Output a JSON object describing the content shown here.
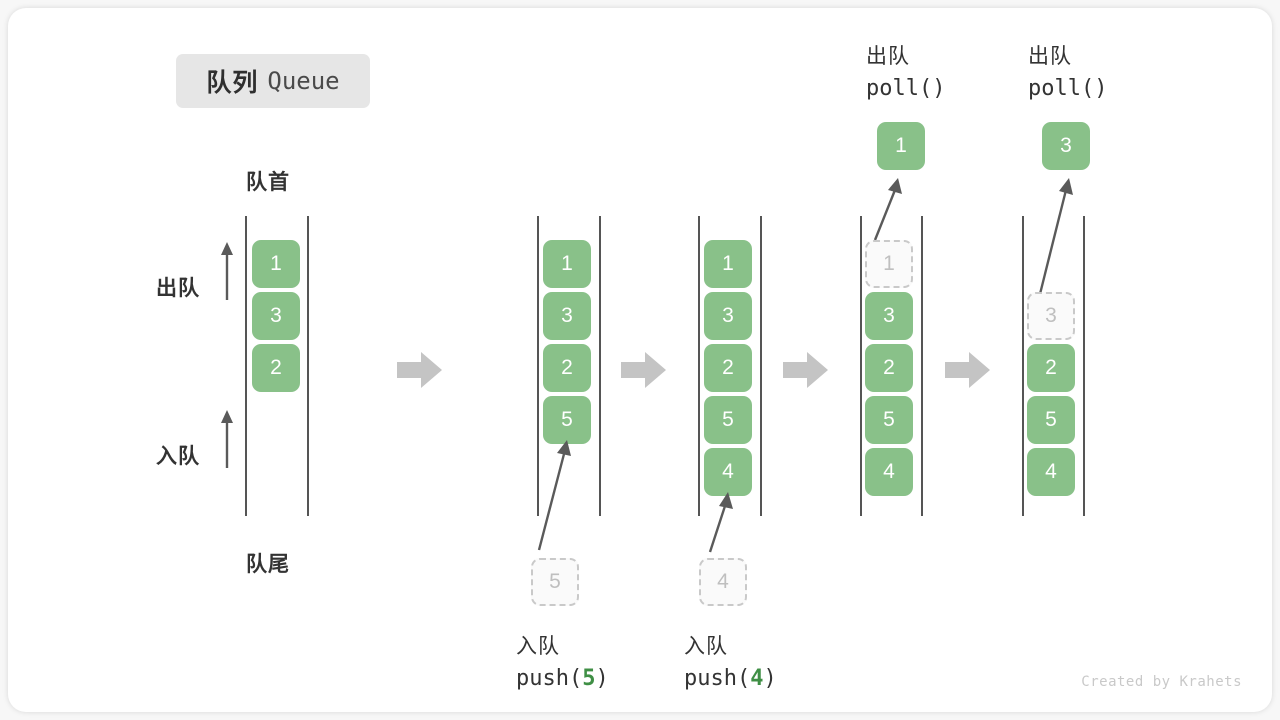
{
  "title": {
    "cn": "队列",
    "en": "Queue"
  },
  "labels": {
    "front": "队首",
    "tail": "队尾",
    "dequeue_side": "出队",
    "enqueue_side": "入队"
  },
  "colors": {
    "cell_fill": "#89c189",
    "cell_text": "#ffffff",
    "ghost_fill": "#fafafa",
    "ghost_border": "#c9c9c9",
    "ghost_text": "#bfbfbf",
    "rail": "#555555",
    "step_arrow": "#c4c4c4",
    "vector_arrow": "#5a5a5a",
    "badge_bg": "#e6e6e6",
    "code_arg": "#3f8f45",
    "text": "#333333"
  },
  "watermark": "Created by Krahets",
  "steps": [
    {
      "id": "initial",
      "caption_cn": "",
      "caption_code_prefix": "",
      "caption_code_arg": "",
      "caption_code_suffix": "",
      "cells": [
        {
          "value": "1",
          "state": "solid",
          "slot": 0
        },
        {
          "value": "3",
          "state": "solid",
          "slot": 1
        },
        {
          "value": "2",
          "state": "solid",
          "slot": 2
        }
      ],
      "floating": null,
      "top_op": null
    },
    {
      "id": "push-5",
      "caption_cn": "入队",
      "caption_code_prefix": "push(",
      "caption_code_arg": "5",
      "caption_code_suffix": ")",
      "cells": [
        {
          "value": "1",
          "state": "solid",
          "slot": 0
        },
        {
          "value": "3",
          "state": "solid",
          "slot": 1
        },
        {
          "value": "2",
          "state": "solid",
          "slot": 2
        },
        {
          "value": "5",
          "state": "solid",
          "slot": 3
        }
      ],
      "floating": {
        "value": "5",
        "state": "ghost",
        "position": "below"
      },
      "top_op": null
    },
    {
      "id": "push-4",
      "caption_cn": "入队",
      "caption_code_prefix": "push(",
      "caption_code_arg": "4",
      "caption_code_suffix": ")",
      "cells": [
        {
          "value": "1",
          "state": "solid",
          "slot": 0
        },
        {
          "value": "3",
          "state": "solid",
          "slot": 1
        },
        {
          "value": "2",
          "state": "solid",
          "slot": 2
        },
        {
          "value": "5",
          "state": "solid",
          "slot": 3
        },
        {
          "value": "4",
          "state": "solid",
          "slot": 4
        }
      ],
      "floating": {
        "value": "4",
        "state": "ghost",
        "position": "below"
      },
      "top_op": null
    },
    {
      "id": "poll-1",
      "caption_cn": "",
      "caption_code_prefix": "",
      "caption_code_arg": "",
      "caption_code_suffix": "",
      "cells": [
        {
          "value": "1",
          "state": "ghost",
          "slot": 0
        },
        {
          "value": "3",
          "state": "solid",
          "slot": 1
        },
        {
          "value": "2",
          "state": "solid",
          "slot": 2
        },
        {
          "value": "5",
          "state": "solid",
          "slot": 3
        },
        {
          "value": "4",
          "state": "solid",
          "slot": 4
        }
      ],
      "floating": {
        "value": "1",
        "state": "solid",
        "position": "above"
      },
      "top_op": {
        "cn": "出队",
        "code": "poll()"
      }
    },
    {
      "id": "poll-3",
      "caption_cn": "",
      "caption_code_prefix": "",
      "caption_code_arg": "",
      "caption_code_suffix": "",
      "cells": [
        {
          "value": "3",
          "state": "ghost",
          "slot": 1
        },
        {
          "value": "2",
          "state": "solid",
          "slot": 2
        },
        {
          "value": "5",
          "state": "solid",
          "slot": 3
        },
        {
          "value": "4",
          "state": "solid",
          "slot": 4
        }
      ],
      "floating": {
        "value": "3",
        "state": "solid",
        "position": "above"
      },
      "top_op": {
        "cn": "出队",
        "code": "poll()"
      }
    }
  ]
}
